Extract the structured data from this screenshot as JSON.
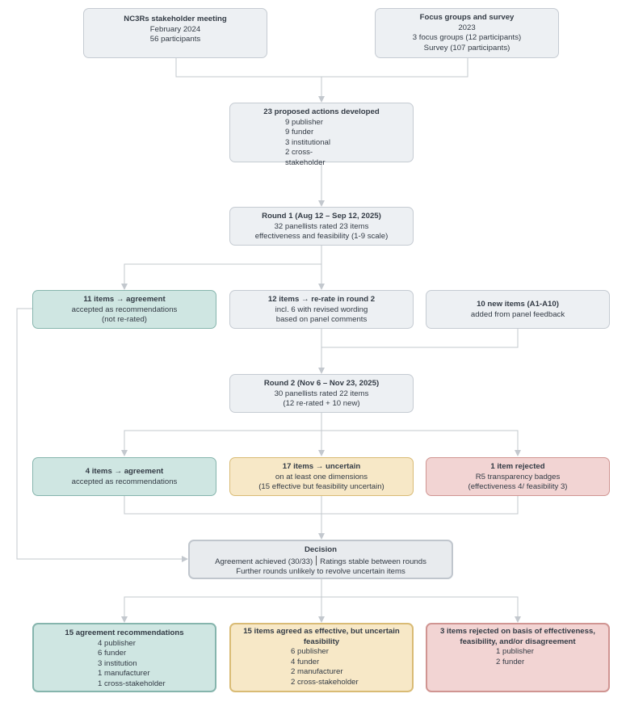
{
  "colors": {
    "connector": "#c3c8ce",
    "neutral": "#edf0f3",
    "agreement": "#cfe6e2",
    "uncertain": "#f7e8c7",
    "rejected": "#f2d4d3"
  },
  "stakeholder_meeting": {
    "title": "NC3Rs stakeholder meeting",
    "lines": [
      "February 2024",
      "56 participants"
    ]
  },
  "focus_groups": {
    "title": "Focus groups and survey",
    "lines": [
      "2023",
      "3 focus groups (12 participants)",
      "Survey (107 participants)"
    ]
  },
  "proposed_actions": {
    "title": "23 proposed actions developed",
    "lines": [
      "9 publisher",
      "9 funder",
      "3 institutional",
      "2 cross-",
      "stakeholder"
    ]
  },
  "round1": {
    "title": "Round 1 (Aug 12 – Sep 12, 2025)",
    "lines": [
      "32 panellists rated 23 items",
      "effectiveness and feasibility (1-9 scale)"
    ]
  },
  "r1_agreement": {
    "title": "11 items → agreement",
    "lines": [
      "accepted as recommendations",
      "(not re-rated)"
    ]
  },
  "r1_rerate": {
    "title": "12 items → re-rate in round 2",
    "lines": [
      "incl. 6 with revised wording",
      "based on panel comments"
    ]
  },
  "r1_new": {
    "title": "10 new items (A1-A10)",
    "lines": [
      "added from panel feedback"
    ]
  },
  "round2": {
    "title": "Round 2 (Nov 6 – Nov 23, 2025)",
    "lines": [
      "30 panellists rated 22 items",
      "(12 re-rated + 10 new)"
    ]
  },
  "r2_agreement": {
    "title": "4 items → agreement",
    "lines": [
      "accepted as recommendations"
    ]
  },
  "r2_uncertain": {
    "title": "17 items → uncertain",
    "lines": [
      "on at least one dimensions",
      "(15 effective but feasibility uncertain)"
    ]
  },
  "r2_rejected": {
    "title": "1 item rejected",
    "lines": [
      "R5 transparency badges",
      "(effectiveness 4/ feasibility 3)"
    ]
  },
  "decision": {
    "title": "Decision",
    "line1_left": "Agreement achieved (30/33)",
    "line1_right": "Ratings stable between rounds",
    "line2": "Further rounds unlikely to revolve uncertain items"
  },
  "final_agreement": {
    "title": "15 agreement recommendations",
    "lines": [
      "4 publisher",
      "6 funder",
      "3 institution",
      "1 manufacturer",
      "1 cross-stakeholder"
    ]
  },
  "final_uncertain": {
    "title_line1": "15 items agreed as effective, but uncertain",
    "title_line2": "feasibility",
    "lines": [
      "6 publisher",
      "4 funder",
      "2 manufacturer",
      "2 cross-stakeholder"
    ]
  },
  "final_rejected": {
    "title_line1": "3 items rejected on basis of effectiveness,",
    "title_line2": "feasibility, and/or disagreement",
    "lines": [
      "1 publisher",
      "2 funder"
    ]
  }
}
